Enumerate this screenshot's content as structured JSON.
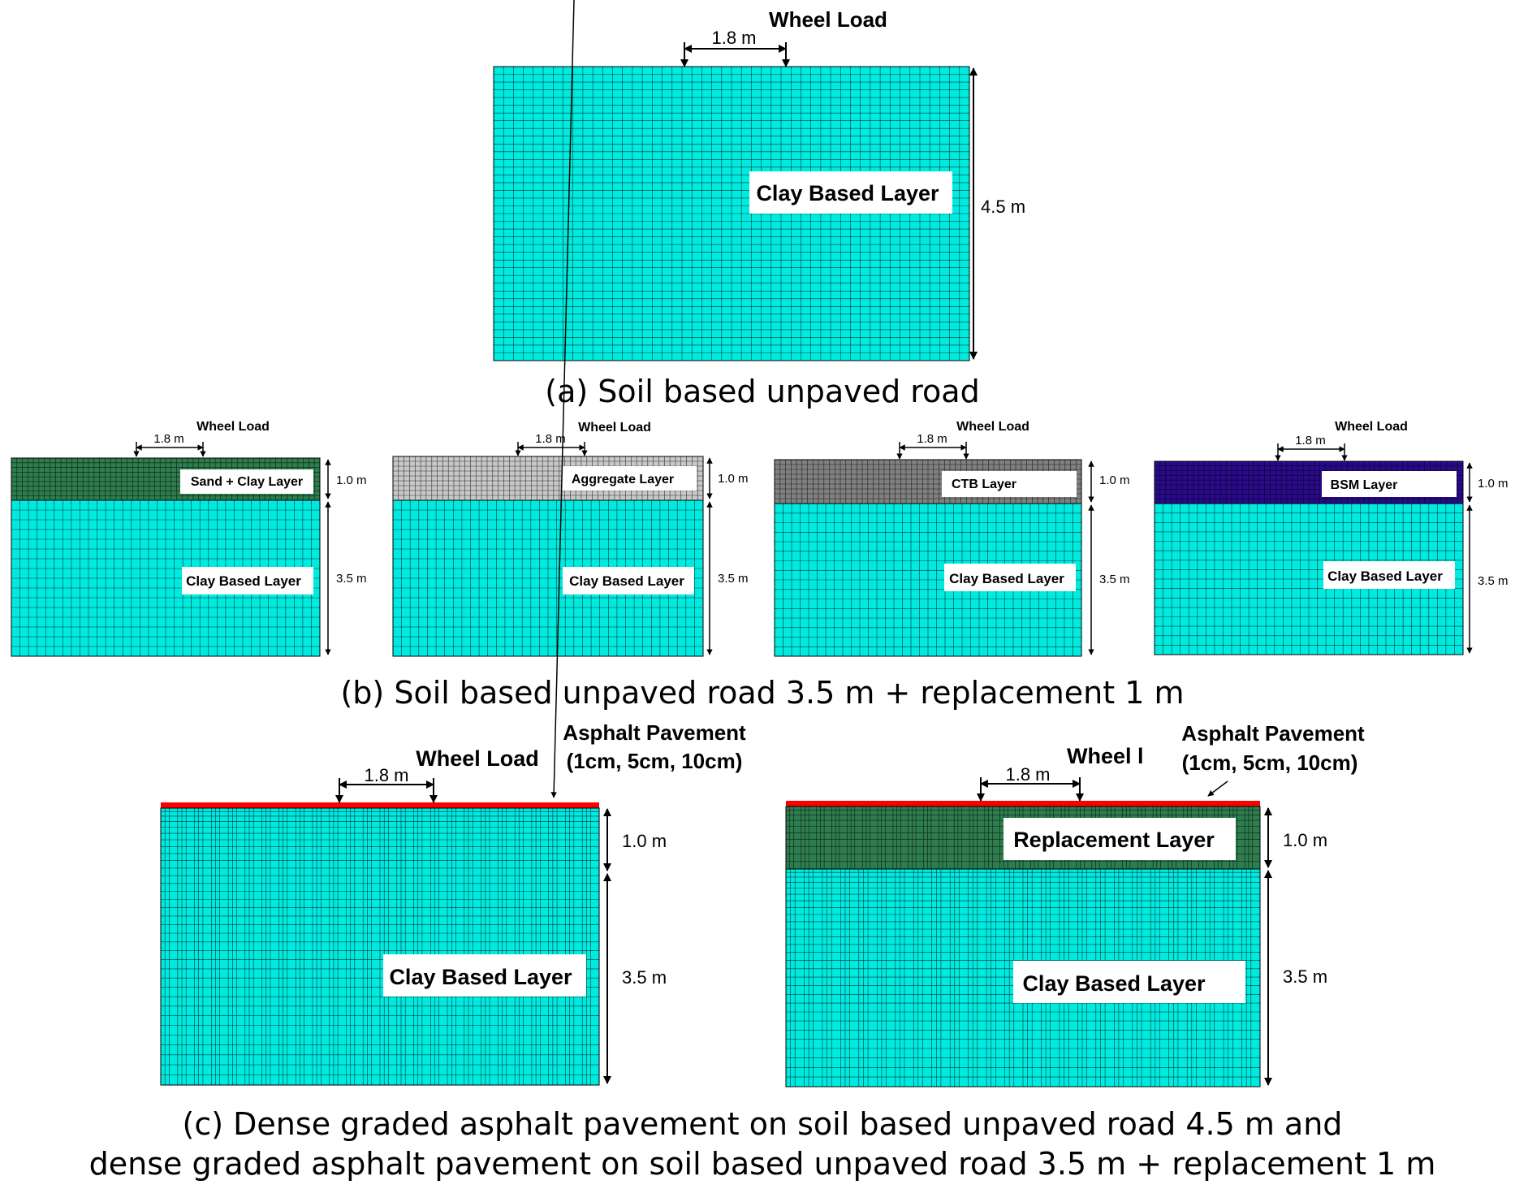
{
  "colors": {
    "clay": "#00ebe0",
    "sand_clay": "#2e7d4f",
    "aggregate": "#c8c8c8",
    "ctb": "#808080",
    "bsm": "#2a0a8c",
    "replacement": "#2e7d4f",
    "asphalt": "#ff0000",
    "mesh_line": "#000000"
  },
  "panel_a": {
    "wheel_load": "Wheel Load",
    "load_width": "1.8 m",
    "depth": "4.5 m",
    "layer_label": "Clay Based Layer",
    "caption": "(a) Soil based unpaved road"
  },
  "panel_b": {
    "caption": "(b) Soil based unpaved road 3.5 m + replacement 1 m",
    "panels": [
      {
        "wheel_load": "Wheel Load",
        "load_width": "1.8 m",
        "top_label": "Sand + Clay  Layer",
        "bottom_label": "Clay Based Layer",
        "top_depth": "1.0 m",
        "bottom_depth": "3.5 m"
      },
      {
        "wheel_load": "Wheel Load",
        "load_width": "1.8 m",
        "top_label": "Aggregate Layer",
        "bottom_label": "Clay Based Layer",
        "top_depth": "1.0 m",
        "bottom_depth": "3.5 m"
      },
      {
        "wheel_load": "Wheel Load",
        "load_width": "1.8 m",
        "top_label": "CTB Layer",
        "bottom_label": "Clay Based Layer",
        "top_depth": "1.0 m",
        "bottom_depth": "3.5 m"
      },
      {
        "wheel_load": "Wheel Load",
        "load_width": "1.8 m",
        "top_label": "BSM Layer",
        "bottom_label": "Clay Based Layer",
        "top_depth": "1.0 m",
        "bottom_depth": "3.5 m"
      }
    ]
  },
  "panel_c": {
    "caption_line1": "(c) Dense graded asphalt pavement on soil based unpaved road 4.5 m and",
    "caption_line2": "dense graded asphalt pavement on soil based unpaved road 3.5 m + replacement 1 m",
    "left": {
      "wheel_load": "Wheel Load",
      "load_width": "1.8 m",
      "asphalt_title": "Asphalt Pavement",
      "asphalt_thickness": "(1cm, 5cm, 10cm)",
      "layer_label": "Clay Based Layer",
      "top_depth": "1.0 m",
      "bottom_depth": "3.5 m"
    },
    "right": {
      "wheel_load": "Wheel l",
      "load_width": "1.8 m",
      "asphalt_title": "Asphalt Pavement",
      "asphalt_thickness": "(1cm, 5cm, 10cm)",
      "top_label": "Replacement Layer",
      "bottom_label": "Clay Based Layer",
      "top_depth": "1.0 m",
      "bottom_depth": "3.5 m"
    }
  }
}
